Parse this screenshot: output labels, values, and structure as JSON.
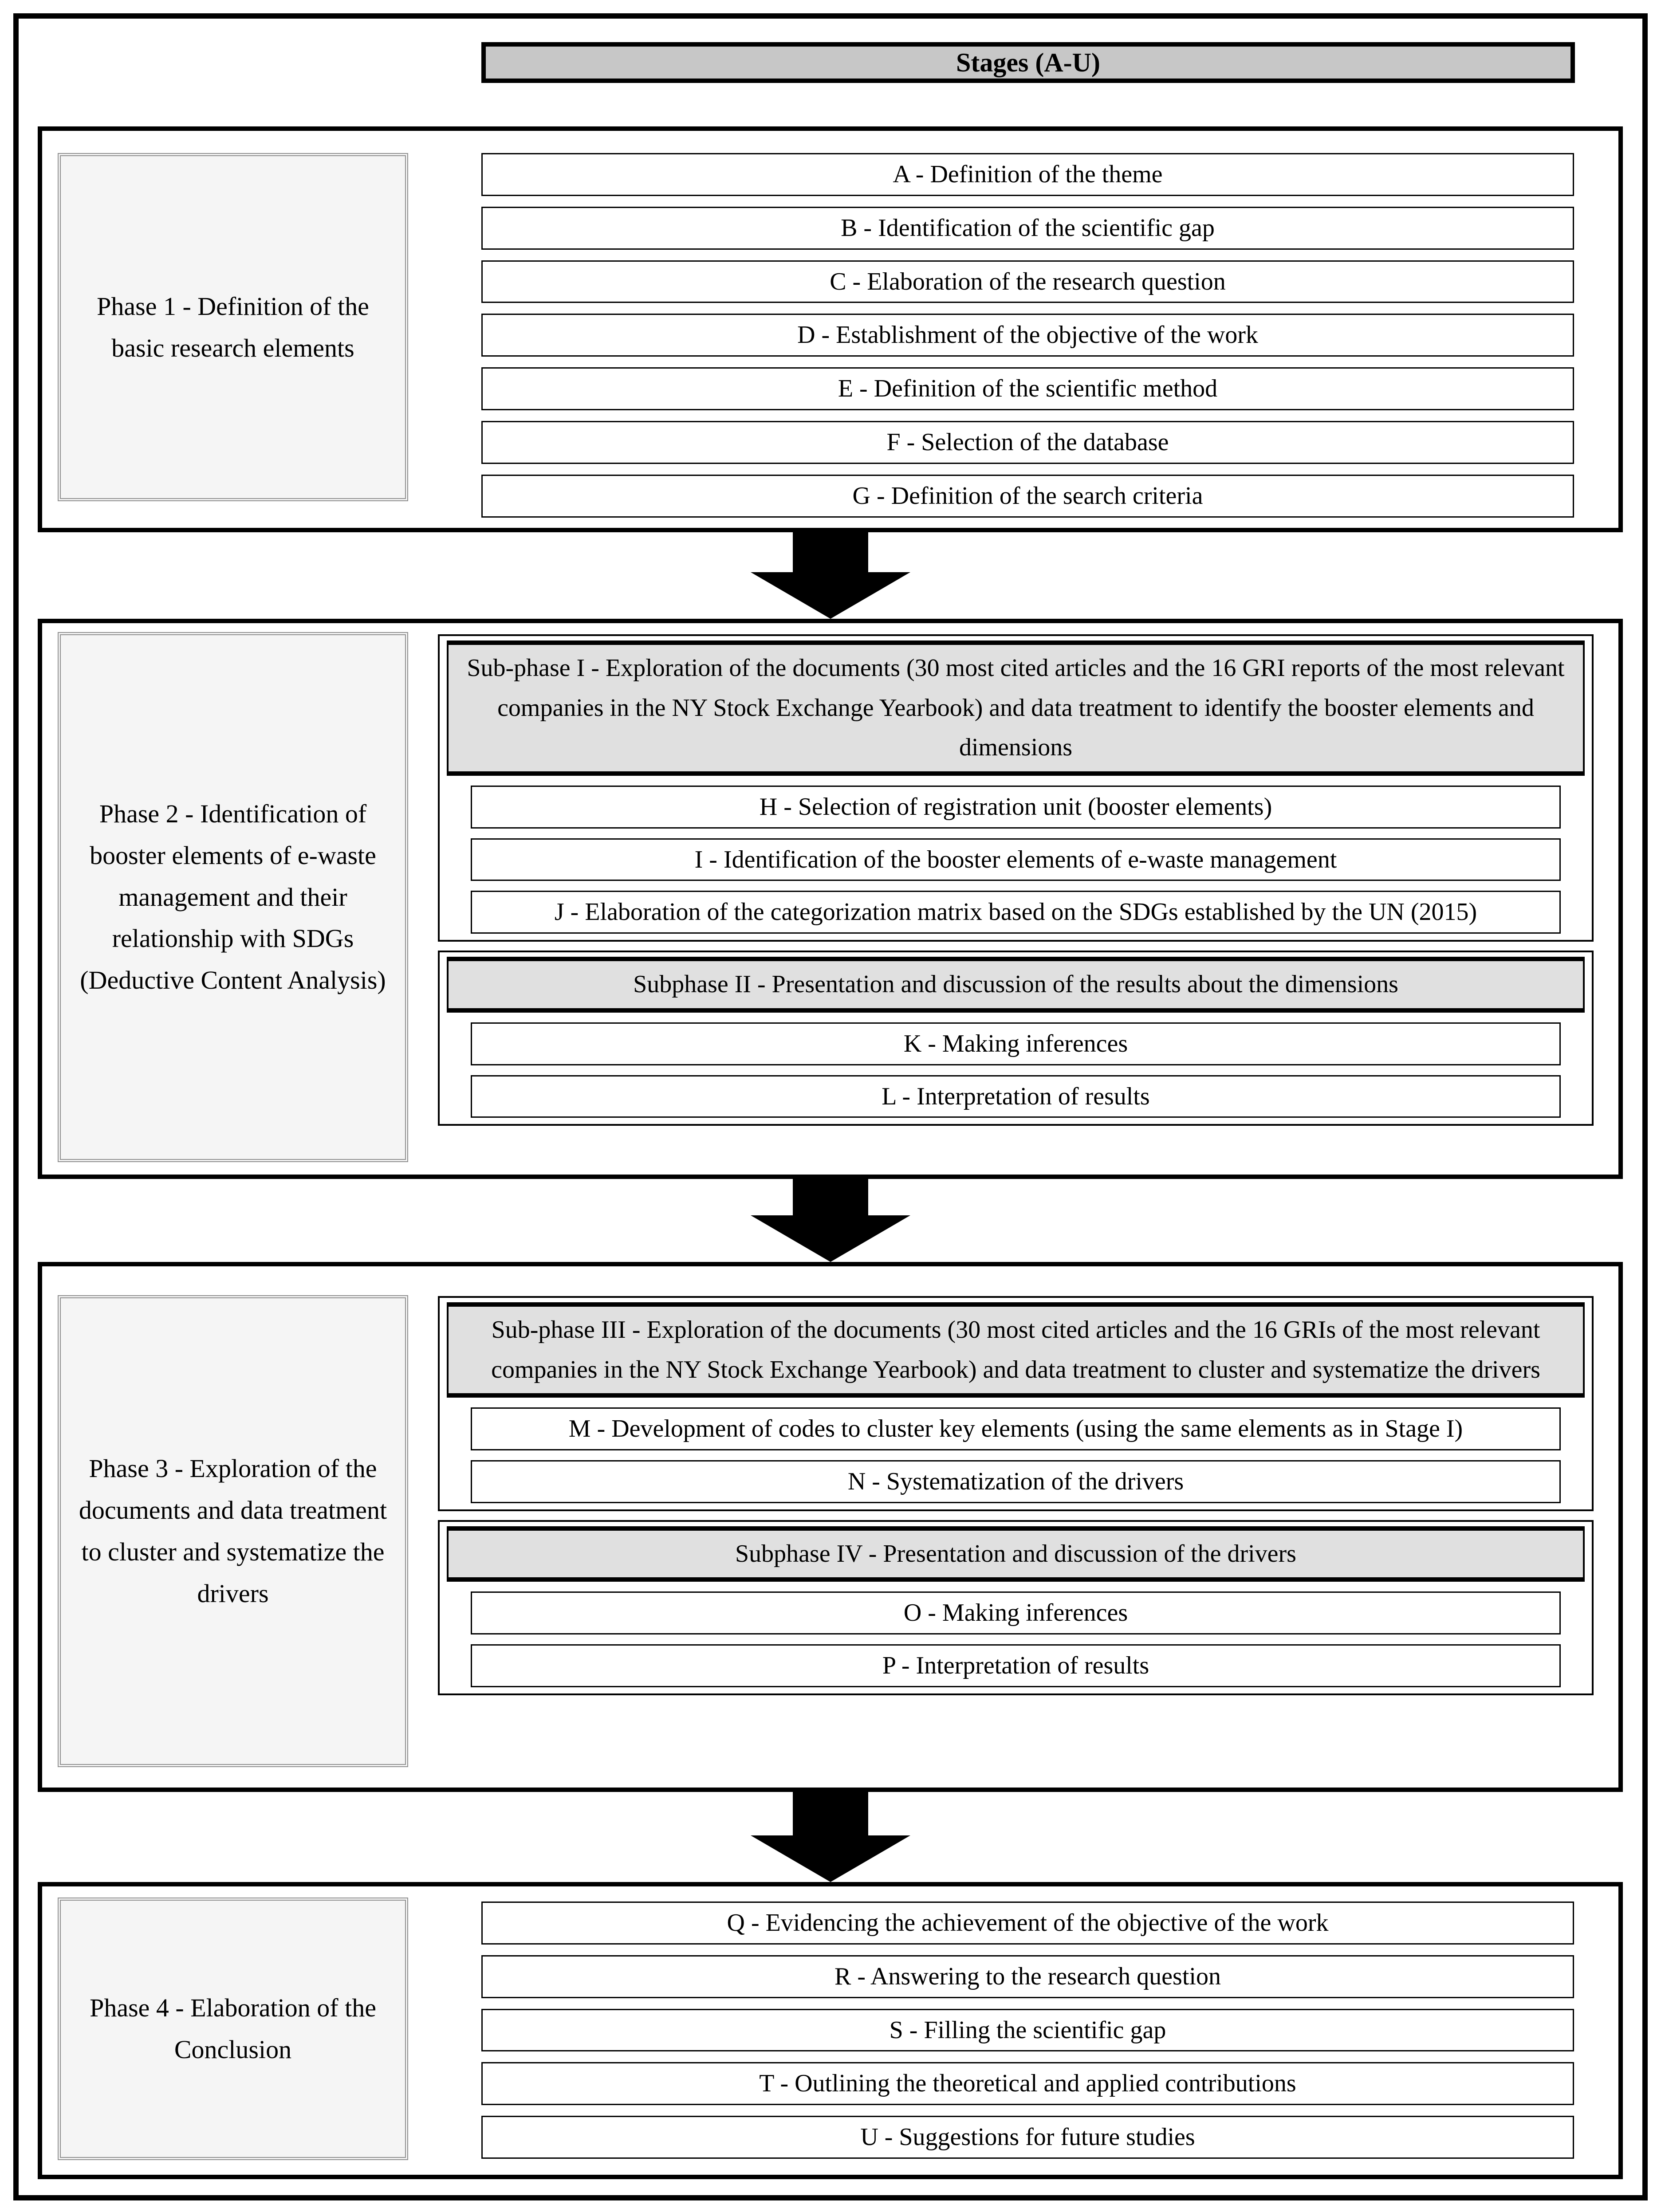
{
  "header": {
    "title": "Stages (A-U)"
  },
  "colors": {
    "header_bg": "#c7c7c7",
    "subheader_bg": "#e0e0e0",
    "label_bg": "#f5f5f5",
    "label_border": "#8f8f8f",
    "border": "#000000"
  },
  "icons": {
    "flow_arrow": "down-arrow-icon"
  },
  "phases": [
    {
      "label": "Phase 1 - Definition of the basic research elements",
      "groups": [
        {
          "header": null,
          "stages": [
            "A - Definition of the theme",
            "B - Identification of the scientific gap",
            "C - Elaboration of the research question",
            "D - Establishment of the objective of the work",
            "E - Definition of the scientific method",
            "F - Selection of the database",
            "G - Definition of the search criteria"
          ]
        }
      ]
    },
    {
      "label": "Phase 2 - Identification of booster elements of e-waste management and their relationship with SDGs (Deductive Content Analysis)",
      "groups": [
        {
          "header": "Sub-phase I - Exploration of the documents (30 most cited articles and the 16 GRI reports of the most relevant companies in the NY Stock Exchange Yearbook) and data treatment to identify the booster elements and dimensions",
          "stages": [
            "H - Selection of registration unit (booster elements)",
            "I - Identification of the booster elements of e-waste management",
            "J - Elaboration of the categorization matrix based on the SDGs established by the UN (2015)"
          ]
        },
        {
          "header": "Subphase II - Presentation and discussion of the results about the dimensions",
          "stages": [
            "K - Making inferences",
            "L - Interpretation of results"
          ]
        }
      ]
    },
    {
      "label": "Phase 3 - Exploration of the documents and data treatment to cluster and systematize the drivers",
      "groups": [
        {
          "header": "Sub-phase III - Exploration of the documents (30 most cited articles and the 16 GRIs of the most relevant companies in the NY Stock Exchange Yearbook) and data treatment to cluster and systematize the drivers",
          "stages": [
            "M - Development of codes to cluster key elements (using the same elements as in Stage I)",
            "N - Systematization of the drivers"
          ]
        },
        {
          "header": "Subphase IV - Presentation and discussion of the drivers",
          "stages": [
            "O - Making inferences",
            "P - Interpretation of results"
          ]
        }
      ]
    },
    {
      "label": "Phase 4 - Elaboration of the Conclusion",
      "groups": [
        {
          "header": null,
          "stages": [
            "Q - Evidencing the achievement of the objective of the work",
            "R - Answering to the research question",
            "S - Filling the scientific gap",
            "T - Outlining the theoretical and applied contributions",
            "U - Suggestions for future studies"
          ]
        }
      ]
    }
  ]
}
